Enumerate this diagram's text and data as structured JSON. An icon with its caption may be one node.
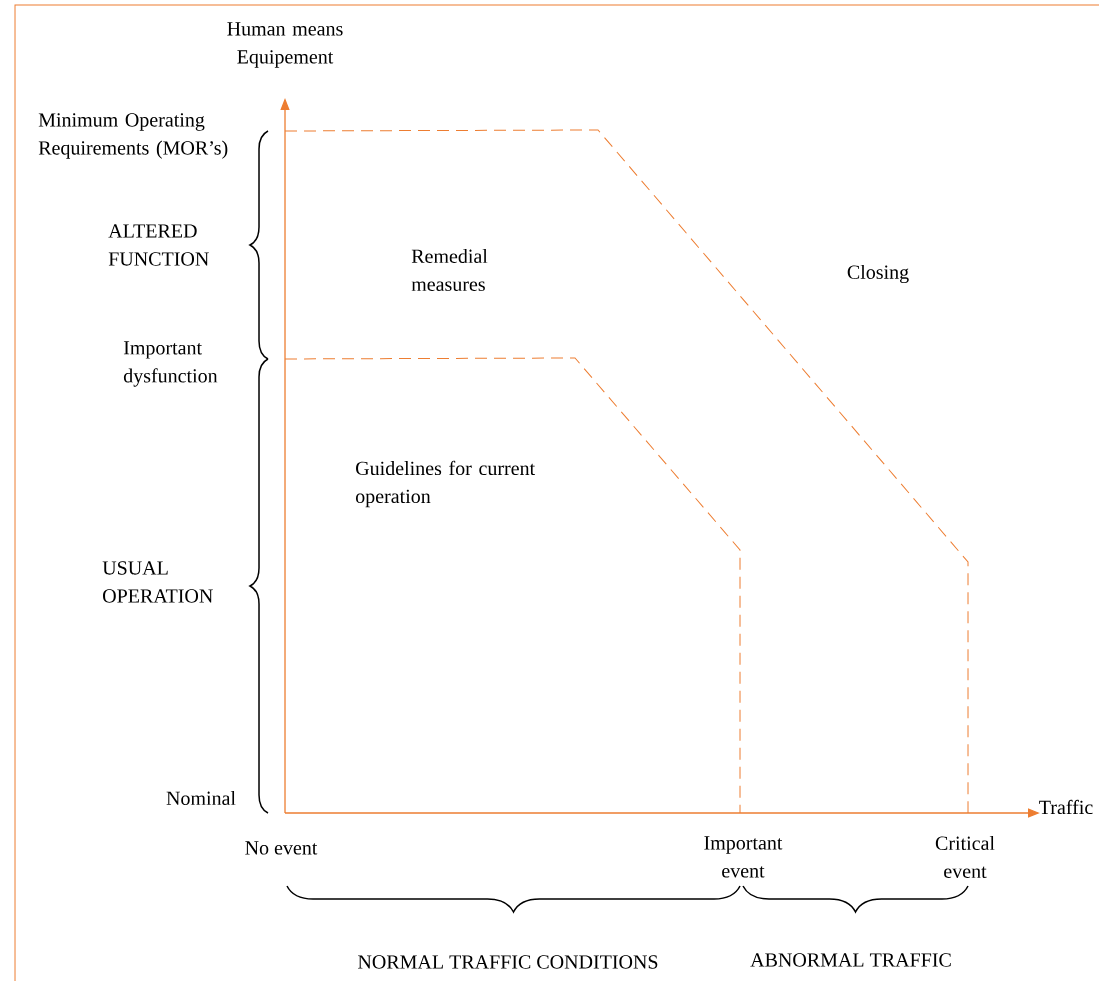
{
  "diagram": {
    "labels": [
      "Human means Equipement",
      "Minimum Operating Requirements (MOR’s)",
      "ALTERED FUNCTION",
      "Remedial measures",
      "Closing",
      "Important dysfunction",
      "Guidelines for current operation",
      "USUAL OPERATION",
      "Nominal",
      "Traffic",
      "No event",
      "Important event",
      "Critical event",
      "NORMAL TRAFFIC CONDITIONS",
      "ABNORMAL TRAFFIC"
    ]
  }
}
